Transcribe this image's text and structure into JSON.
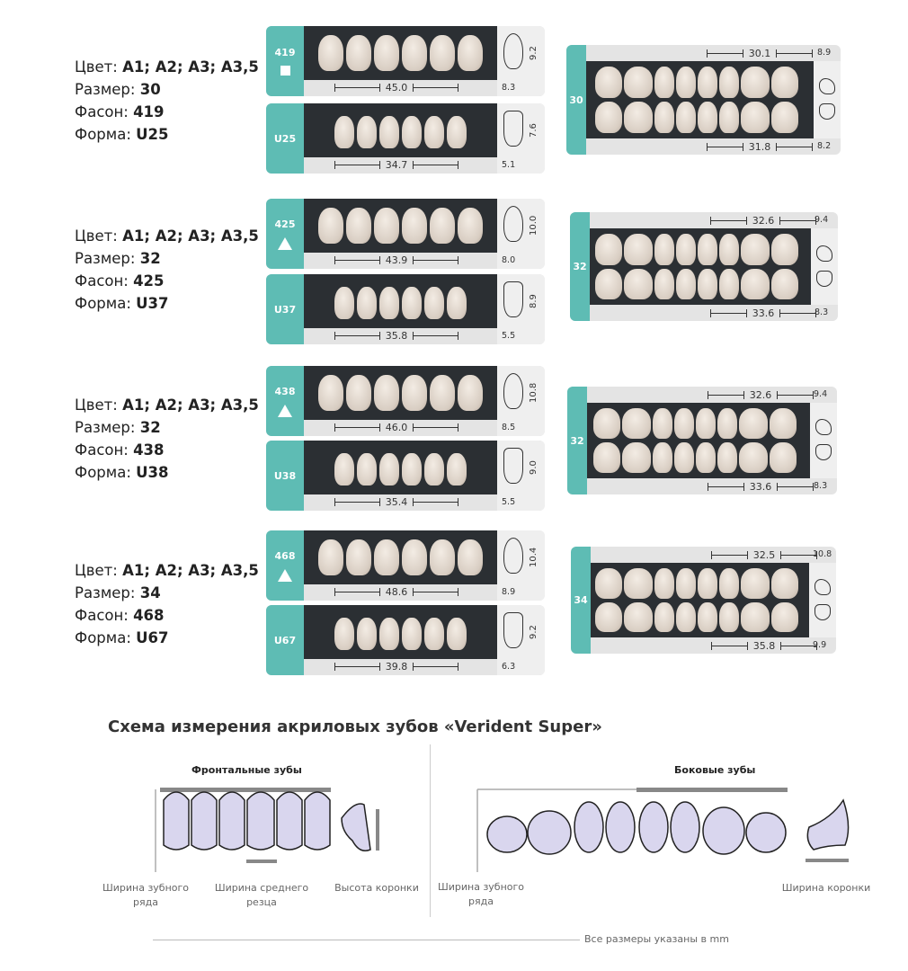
{
  "labels": {
    "color": "Цвет: ",
    "size": "Размер: ",
    "style": "Фасон: ",
    "form": "Форма: "
  },
  "rows": [
    {
      "color": "A1; A2; A3; A3,5",
      "size": "30",
      "style": "419",
      "form": "U25",
      "upper_shape": "square",
      "upper": {
        "code": "419",
        "width": "45.0",
        "height": "9.2",
        "side": "8.3"
      },
      "lower": {
        "code": "U25",
        "width": "34.7",
        "height": "7.6",
        "side": "5.1"
      },
      "posterior": {
        "code": "30",
        "top_width": "30.1",
        "top_side": "8.9",
        "bottom_width": "31.8",
        "bottom_side": "8.2"
      }
    },
    {
      "color": "A1; A2; A3; A3,5",
      "size": "32",
      "style": "425",
      "form": "U37",
      "upper_shape": "triangle",
      "upper": {
        "code": "425",
        "width": "43.9",
        "height": "10.0",
        "side": "8.0"
      },
      "lower": {
        "code": "U37",
        "width": "35.8",
        "height": "8.9",
        "side": "5.5"
      },
      "posterior": {
        "code": "32",
        "top_width": "32.6",
        "top_side": "9.4",
        "bottom_width": "33.6",
        "bottom_side": "8.3"
      }
    },
    {
      "color": "A1; A2; A3; A3,5",
      "size": "32",
      "style": "438",
      "form": "U38",
      "upper_shape": "triangle",
      "upper": {
        "code": "438",
        "width": "46.0",
        "height": "10.8",
        "side": "8.5"
      },
      "lower": {
        "code": "U38",
        "width": "35.4",
        "height": "9.0",
        "side": "5.5"
      },
      "posterior": {
        "code": "32",
        "top_width": "32.6",
        "top_side": "9.4",
        "bottom_width": "33.6",
        "bottom_side": "8.3"
      }
    },
    {
      "color": "A1; A2; A3; A3,5",
      "size": "34",
      "style": "468",
      "form": "U67",
      "upper_shape": "triangle",
      "upper": {
        "code": "468",
        "width": "48.6",
        "height": "10.4",
        "side": "8.9"
      },
      "lower": {
        "code": "U67",
        "width": "39.8",
        "height": "9.2",
        "side": "6.3"
      },
      "posterior": {
        "code": "34",
        "top_width": "32.5",
        "top_side": "10.8",
        "bottom_width": "35.8",
        "bottom_side": "9.9"
      }
    }
  ],
  "scheme": {
    "title": "Схема измерения акриловых зубов «Verident Super»",
    "front_title": "Фронтальные зубы",
    "side_title": "Боковые зубы",
    "front_captions": [
      "Ширина зубного ряда",
      "Ширина среднего резца",
      "Высота коронки"
    ],
    "side_captions": [
      "Ширина зубного ряда",
      "Ширина коронки"
    ],
    "note": "Все размеры указаны в mm"
  },
  "colors": {
    "accent": "#5ebcb4",
    "dark": "#2b2f33"
  }
}
